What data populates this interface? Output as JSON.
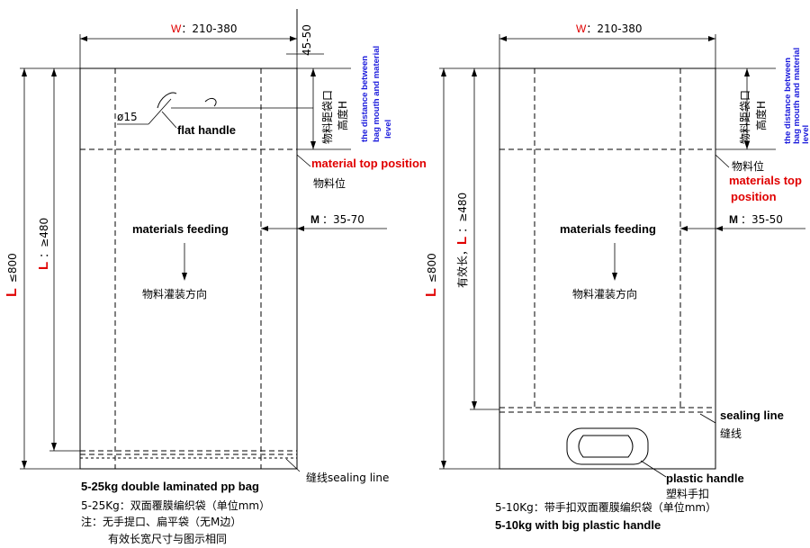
{
  "left_diagram": {
    "width_prefix": "W",
    "width_value": "：210-380",
    "mouth_dim": "45-50",
    "length_L": "L",
    "length_L_value": "≤800",
    "effective_L": "L",
    "effective_L_value": "：≥480",
    "hole": "ø15",
    "flat_handle": "flat handle",
    "height_cn_1": "物料距袋口",
    "height_cn_2": "高度H",
    "distance_en_1": "the distance between",
    "distance_en_2": "bag mouth and material",
    "distance_en_3": "level",
    "material_top": "material top position",
    "material_pos_cn": "物料位",
    "m_label": "M",
    "m_value": "：35-70",
    "feeding_en": "materials feeding",
    "feeding_cn": "物料灌装方向",
    "sealing": "缝线sealing line",
    "caption_en": "5-25kg double laminated pp bag",
    "caption_cn": "5-25Kg：双面覆膜编织袋（单位mm）",
    "note_1": "注：无手提口、扁平袋（无M边）",
    "note_2": "有效长宽尺寸与图示相同"
  },
  "right_diagram": {
    "width_prefix": "W",
    "width_value": "：210-380",
    "length_L": "L",
    "length_L_value": "≤800",
    "effective_prefix": "有效长，",
    "effective_L": "L",
    "effective_L_value": "：≥480",
    "height_cn_1": "物料距袋口",
    "height_cn_2": "高度H",
    "distance_en_1": "the distance between",
    "distance_en_2": "bag mouth and material",
    "distance_en_3": "level",
    "material_pos_cn": "物料位",
    "material_top_1": "materials top",
    "material_top_2": "position",
    "m_label": "M",
    "m_value": "：35-50",
    "feeding_en": "materials feeding",
    "feeding_cn": "物料灌装方向",
    "sealing_en": "sealing line",
    "sealing_cn": "缝线",
    "handle_en": "plastic handle",
    "handle_cn": "塑料手扣",
    "caption_cn": "5-10Kg：带手扣双面覆膜编织袋（单位mm）",
    "caption_en": "5-10kg  with big plastic handle"
  }
}
